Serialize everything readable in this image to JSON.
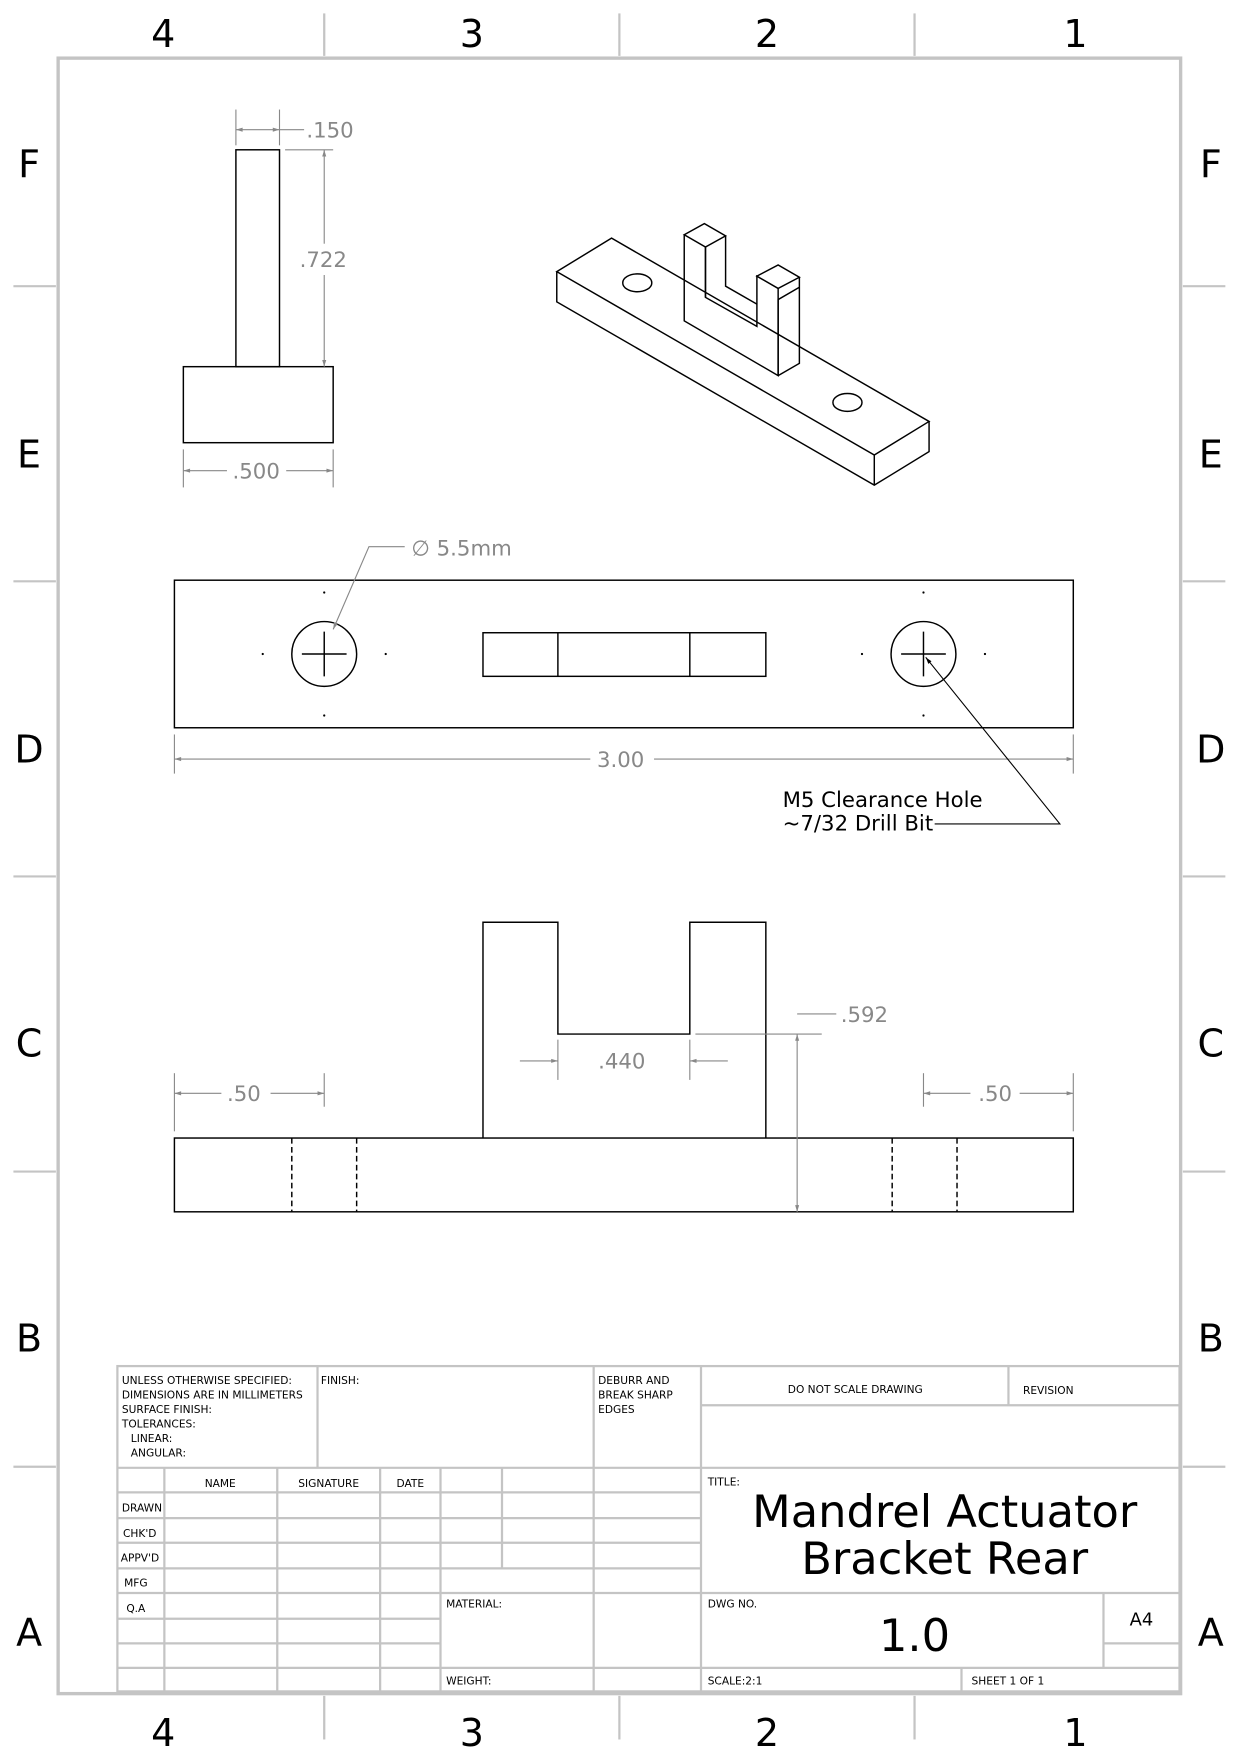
{
  "zones": {
    "columns": [
      "4",
      "3",
      "2",
      "1"
    ],
    "rows": [
      "F",
      "E",
      "D",
      "C",
      "B",
      "A"
    ]
  },
  "dimensions": {
    "stem_width": ".150",
    "stem_height": ".722",
    "base_width": ".500",
    "hole_diameter": "∅ 5.5mm",
    "overall_length": "3.00",
    "hole_offset_left": ".50",
    "hole_offset_right": ".50",
    "slot_width": ".440",
    "slot_bottom_height": ".592"
  },
  "notes": {
    "hole_line1": "M5 Clearance Hole",
    "hole_line2": "~7/32 Drill Bit"
  },
  "title_block": {
    "spec_lines": [
      "UNLESS OTHERWISE SPECIFIED:",
      "DIMENSIONS ARE IN MILLIMETERS",
      "SURFACE FINISH:",
      "TOLERANCES:",
      "  LINEAR:",
      "  ANGULAR:"
    ],
    "finish": "FINISH:",
    "deburr_lines": [
      "DEBURR AND",
      "BREAK SHARP",
      "EDGES"
    ],
    "do_not_scale": "DO NOT SCALE DRAWING",
    "revision": "REVISION",
    "headers": [
      "NAME",
      "SIGNATURE",
      "DATE"
    ],
    "roles": [
      "DRAWN",
      "CHK'D",
      "APPV'D",
      "MFG",
      "Q.A"
    ],
    "material": "MATERIAL:",
    "weight": "WEIGHT:",
    "title_label": "TITLE:",
    "title_line1": "Mandrel Actuator",
    "title_line2": "Bracket Rear",
    "dwg_no_label": "DWG NO.",
    "dwg_no": "1.0",
    "size": "A4",
    "scale": "SCALE:2:1",
    "sheet": "SHEET 1 OF 1"
  }
}
